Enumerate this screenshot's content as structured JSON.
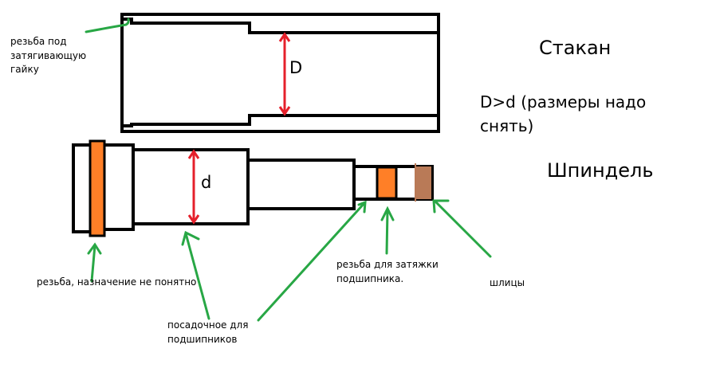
{
  "colors": {
    "outline": "#000000",
    "dimension": "#e5202b",
    "arrow": "#28a745",
    "thread": "#ff7f27",
    "splines": "#b97a57"
  },
  "titles": {
    "cup": "Стакан",
    "condition_line1": "D>d (размеры надо",
    "condition_line2": "снять)",
    "spindle": "Шпиндель"
  },
  "dimensions": {
    "cup_inner": "D",
    "spindle_seat": "d"
  },
  "labels": {
    "nut_thread_line1": "резьба под",
    "nut_thread_line2": "затягивающую",
    "nut_thread_line3": "гайку",
    "unknown_thread": "резьба, назначение не понятно",
    "bearing_seat_line1": "посадочное для",
    "bearing_seat_line2": "подшипников",
    "bearing_thread_line1": "резьба для затяжки",
    "bearing_thread_line2": "подшипника.",
    "splines": "шлицы"
  }
}
